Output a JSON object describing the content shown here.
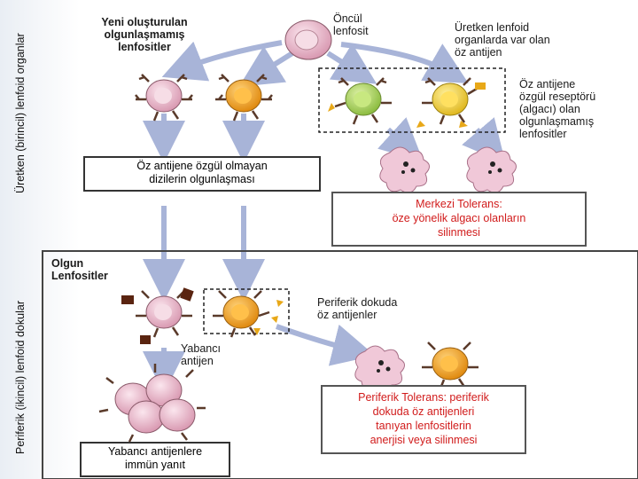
{
  "side_labels": {
    "primary": "Üretken (birincil) lenfoid organlar",
    "secondary": "Periferik (ikincil) lenfoid dokular"
  },
  "labels": {
    "new_immature": [
      "Yeni oluşturulan",
      "olgunlaşmamış",
      "lenfositler"
    ],
    "precursor": [
      "Öncül",
      "lenfosit"
    ],
    "self_antigen_primary": [
      "Üretken lenfoid",
      "organlarda var olan",
      "öz antijen"
    ],
    "self_specific_receptor": [
      "Öz antijene",
      "özgül reseptörü",
      "(algacı) olan",
      "olgunlaşmamış",
      "lenfositler"
    ],
    "mature": [
      "Olgun",
      "Lenfositler"
    ],
    "peripheral_self_antigens": [
      "Periferik dokuda",
      "öz antijenler"
    ],
    "foreign_antigen": [
      "Yabancı",
      "antijen"
    ]
  },
  "boxes": {
    "maturation": [
      "Öz antijene özgül olmayan",
      "dizilerin olgunlaşması"
    ],
    "central_tolerance": [
      "Merkezi Tolerans:",
      "öze yönelik algacı olanların",
      "silinmesi"
    ],
    "peripheral_tolerance": [
      "Periferik Tolerans: periferik",
      "dokuda öz antijenleri",
      "tanıyan lenfositlerin",
      "anerjisi veya silinmesi"
    ],
    "immune_response": [
      "Yabancı antijenlere",
      "immün yanıt"
    ]
  },
  "colors": {
    "pink_cell": "#e8b8c8",
    "orange_cell": "#f0a020",
    "green_cell": "#a8d060",
    "yellow_cell": "#f2d040",
    "dead_cell": "#f0c8d8",
    "antigen_yellow": "#e8a818",
    "foreign_antigen": "#5a2410",
    "arrow": "#a8b4d8",
    "red_text": "#d11b1b"
  }
}
